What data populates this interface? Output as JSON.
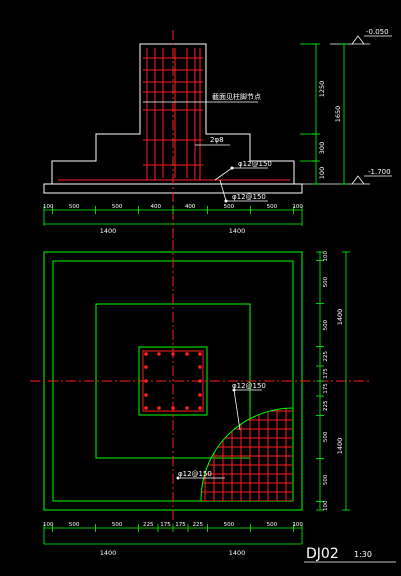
{
  "drawing": {
    "title": "DJ02",
    "scale": "1:30",
    "elevation_top": "-0.050",
    "elevation_bottom": "-1.700",
    "column_label": "截面见柱脚节点",
    "stirrup_label": "2φ8",
    "bottom_rebar_label_a": "φ12@150",
    "bottom_rebar_label_b": "φ12@150",
    "plan_rebar_label_a": "φ12@150",
    "plan_rebar_label_b": "φ12@150"
  },
  "section_dims": {
    "horizontal": [
      "100",
      "500",
      "500",
      "400",
      "400",
      "500",
      "500",
      "100"
    ],
    "horizontal_totals": [
      "1400",
      "1400"
    ],
    "vertical": [
      "1250",
      "300",
      "100"
    ],
    "vertical_total": "1650"
  },
  "plan_dims": {
    "horizontal": [
      "100",
      "500",
      "500",
      "225",
      "175",
      "175",
      "225",
      "500",
      "500",
      "100"
    ],
    "horizontal_totals": [
      "1400",
      "1400"
    ],
    "vertical": [
      "100",
      "500",
      "500",
      "225",
      "175",
      "175",
      "225",
      "500",
      "500",
      "100"
    ],
    "vertical_totals": [
      "1400",
      "1400"
    ]
  },
  "colors": {
    "outline": "#00ff00",
    "rebar": "#ff2020",
    "axis": "#ff2020",
    "text": "#ffffff",
    "dimension": "#ffffff",
    "dimension_tick": "#00ff00"
  }
}
